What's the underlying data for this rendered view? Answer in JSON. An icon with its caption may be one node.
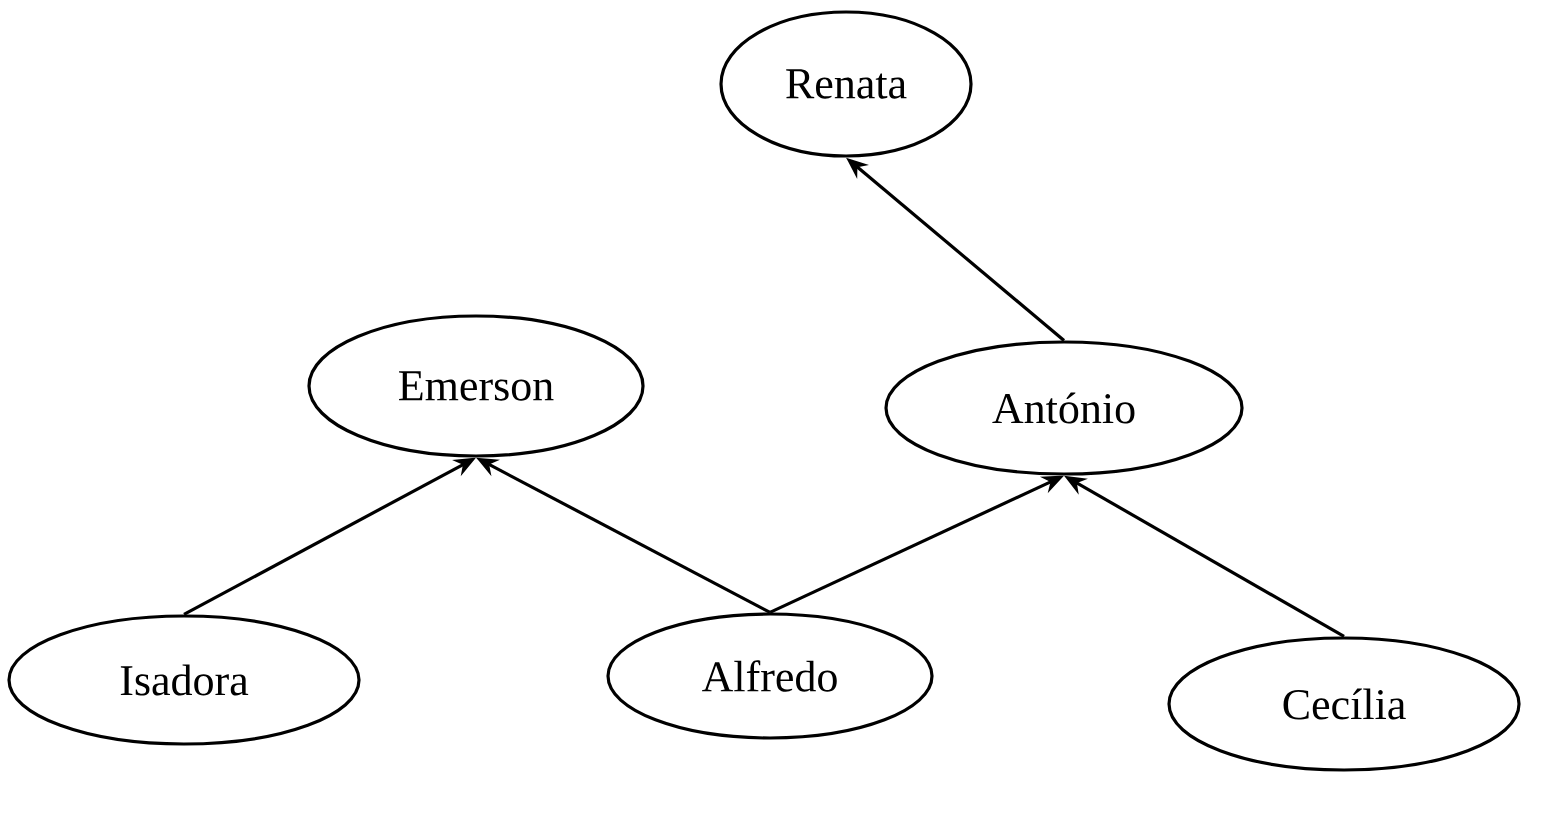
{
  "diagram": {
    "nodes": [
      {
        "text": [
          "Renata"
        ]
      },
      {
        "text": [
          "Emerson"
        ]
      },
      {
        "text": [
          "António"
        ]
      },
      {
        "text": [
          "Isadora"
        ]
      },
      {
        "text": [
          "Alfredo"
        ]
      },
      {
        "text": [
          "Cecília"
        ]
      }
    ],
    "edges": [
      {
        "from": 2,
        "to": 0,
        "arrow": "to"
      },
      {
        "from": 3,
        "to": 1,
        "arrow": "to"
      },
      {
        "from": 4,
        "to": 1,
        "arrow": "to"
      },
      {
        "from": 4,
        "to": 2,
        "arrow": "to"
      },
      {
        "from": 5,
        "to": 2,
        "arrow": "to"
      }
    ]
  }
}
